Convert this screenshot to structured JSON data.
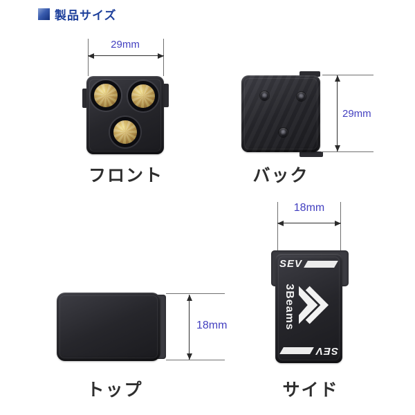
{
  "header": {
    "title": "製品サイズ"
  },
  "views": {
    "front": {
      "label": "フロント",
      "dimension": "29mm"
    },
    "back": {
      "label": "バック",
      "dimension": "29mm"
    },
    "top": {
      "label": "トップ",
      "dimension": "18mm"
    },
    "side": {
      "label": "サイド",
      "dimension": "18mm",
      "brand_top": "SEV",
      "brand_bottom": "SEV",
      "model": "3Beams"
    }
  },
  "colors": {
    "accent_blue": "#1d3f9b",
    "dimension_blue": "#4340c0",
    "label_gray": "#2e2e2e",
    "device_black": "#222227",
    "button_gold": "#c9ae74"
  }
}
